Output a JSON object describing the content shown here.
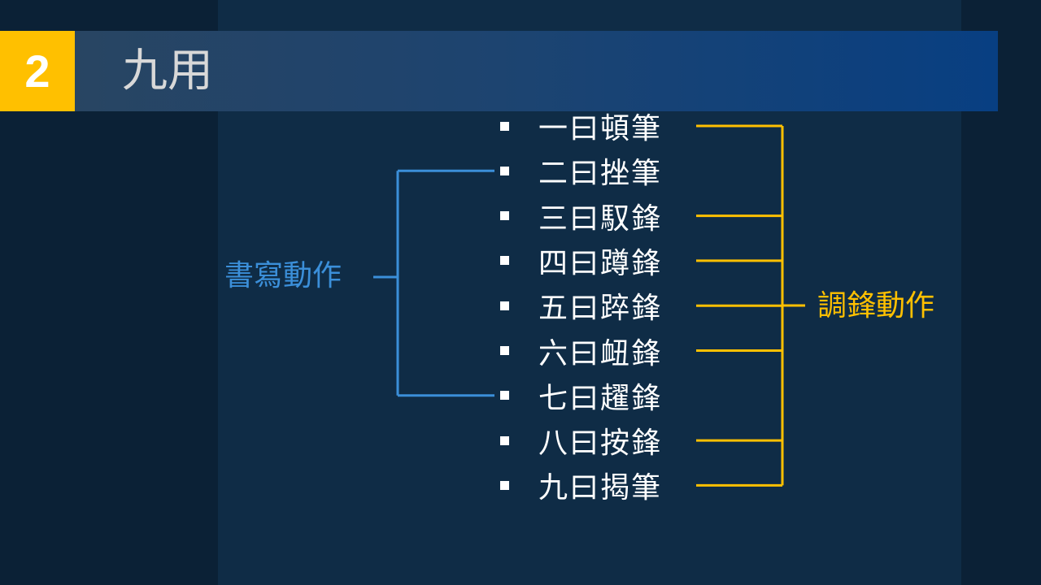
{
  "slide": {
    "section_number": "2",
    "title": "九用"
  },
  "items": [
    {
      "label": "一曰頓筆"
    },
    {
      "label": "二曰挫筆"
    },
    {
      "label": "三曰馭鋒"
    },
    {
      "label": "四曰蹲鋒"
    },
    {
      "label": "五曰踤鋒"
    },
    {
      "label": "六曰衄鋒"
    },
    {
      "label": "七曰趯鋒"
    },
    {
      "label": "八曰按鋒"
    },
    {
      "label": "九曰揭筆"
    }
  ],
  "groups": {
    "writing_motion": {
      "label": "書寫動作",
      "color": "#3b8fd9",
      "range": [
        2,
        7
      ]
    },
    "tip_adjusting_motion": {
      "label": "調鋒動作",
      "color": "#ffc000",
      "members": [
        1,
        3,
        4,
        5,
        6,
        8,
        9
      ]
    }
  },
  "colors": {
    "accent": "#ffc000",
    "background": "#0b2136",
    "panel": "#0f2c46"
  }
}
